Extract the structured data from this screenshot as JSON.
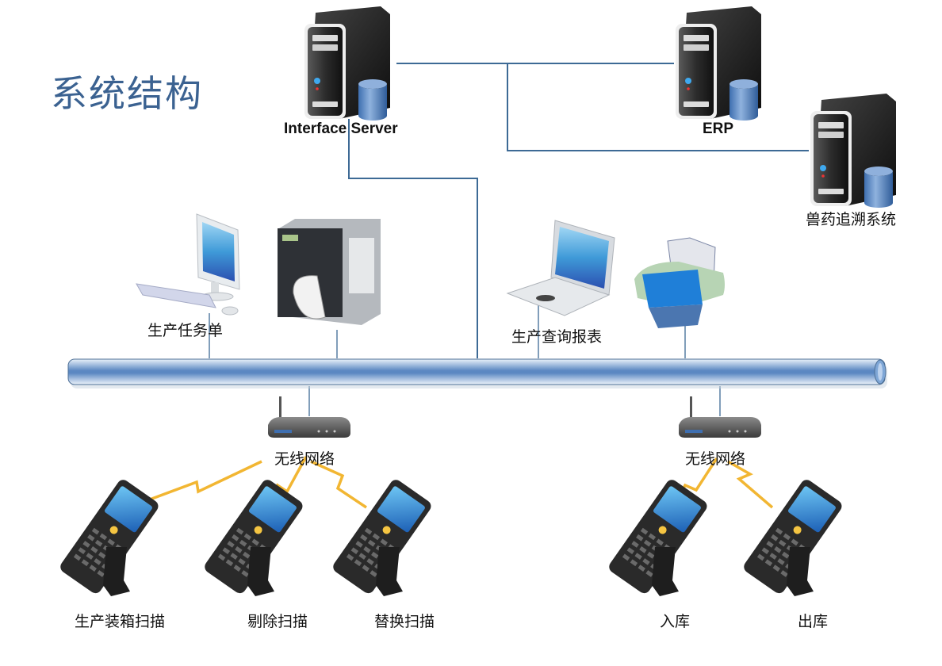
{
  "title": "系统结构",
  "servers": [
    {
      "id": "interface-server",
      "label": "Interface Server"
    },
    {
      "id": "erp",
      "label": "ERP"
    },
    {
      "id": "vet-drug-trace",
      "label": "兽药追溯系统"
    }
  ],
  "lan_devices": [
    {
      "id": "desktop",
      "label": "生产任务单",
      "icon": "desktop-computer-icon"
    },
    {
      "id": "label-printer",
      "label": "",
      "icon": "label-printer-icon"
    },
    {
      "id": "laptop",
      "label": "生产查询报表",
      "icon": "laptop-icon"
    },
    {
      "id": "inkjet-printer",
      "label": "",
      "icon": "printer-icon"
    }
  ],
  "wireless": [
    {
      "id": "wireless-1",
      "label": "无线网络"
    },
    {
      "id": "wireless-2",
      "label": "无线网络"
    }
  ],
  "scanners": [
    {
      "id": "scanner-1",
      "label": "生产装箱扫描",
      "network": "wireless-1"
    },
    {
      "id": "scanner-2",
      "label": "剔除扫描",
      "network": "wireless-1"
    },
    {
      "id": "scanner-3",
      "label": "替换扫描",
      "network": "wireless-1"
    },
    {
      "id": "scanner-4",
      "label": "入库",
      "network": "wireless-2"
    },
    {
      "id": "scanner-5",
      "label": "出库",
      "network": "wireless-2"
    }
  ],
  "colors": {
    "title": "#3b6291",
    "wire": "#3d6a95",
    "bus": "#5f8fc6",
    "lightning": "#f2b632"
  }
}
